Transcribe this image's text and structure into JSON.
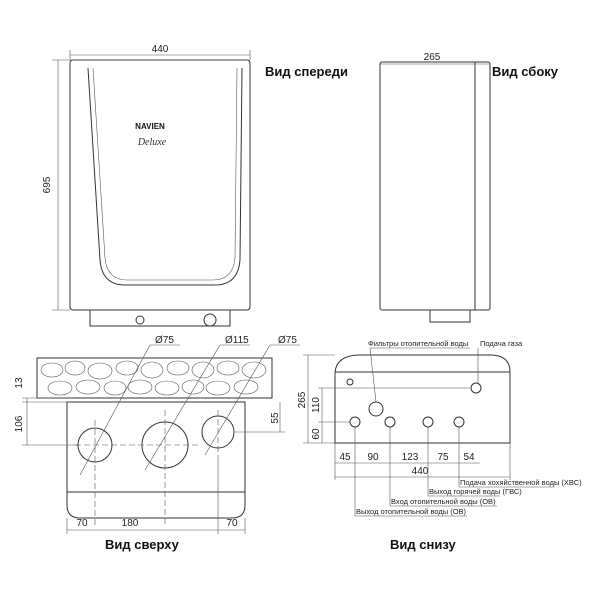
{
  "front_view": {
    "title": "Вид спереди",
    "width": "440",
    "height": "695",
    "brand": "NAVIEN",
    "model": "Deluxe"
  },
  "side_view": {
    "title": "Вид сбоку",
    "depth": "265"
  },
  "top_view": {
    "title": "Вид сверху",
    "diameters": [
      "Ø75",
      "Ø115",
      "Ø75"
    ],
    "dims": {
      "wall_gap": "13",
      "center_depth": "106",
      "right_depth": "55",
      "left": "70",
      "middle": "180",
      "right": "70"
    }
  },
  "bottom_view": {
    "title": "Вид снизу",
    "filter_label": "Фильтры отопительной воды",
    "gas_label": "Подача газа",
    "dims": {
      "height": "265",
      "gas_height": "110",
      "pipe_height": "60",
      "d1": "45",
      "d2": "90",
      "d3": "123",
      "d4": "75",
      "d5": "54",
      "total": "440"
    },
    "pipes": [
      "Подача хохяйственной воды (ХВС)",
      "Выход горячей воды (ГВС)",
      "Вход отопительной воды (ОВ)",
      "Выход отопительной воды (ОВ)"
    ]
  }
}
